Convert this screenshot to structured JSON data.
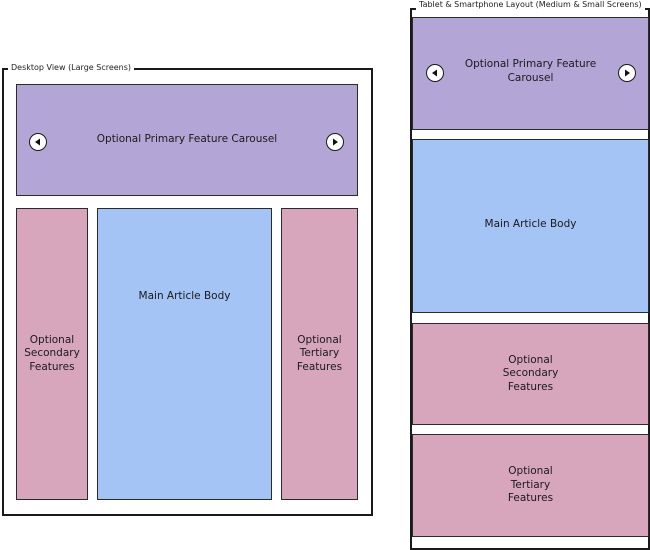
{
  "desktop": {
    "label": "Desktop View (Large Screens)",
    "carousel": "Optional Primary Feature Carousel",
    "main": "Main Article Body",
    "secondary": "Optional\nSecondary\nFeatures",
    "tertiary": "Optional\nTertiary\nFeatures"
  },
  "mobile": {
    "label": "Tablet & Smartphone Layout (Medium & Small Screens)",
    "carousel": "Optional Primary Feature\nCarousel",
    "main": "Main Article Body",
    "secondary": "Optional\nSecondary\nFeatures",
    "tertiary": "Optional\nTertiary\nFeatures"
  },
  "colors": {
    "carousel": "#b3a6d6",
    "features": "#d7a6bd",
    "main": "#a4c4f5"
  },
  "icons": {
    "prev": "arrow-left-icon",
    "next": "arrow-right-icon"
  }
}
